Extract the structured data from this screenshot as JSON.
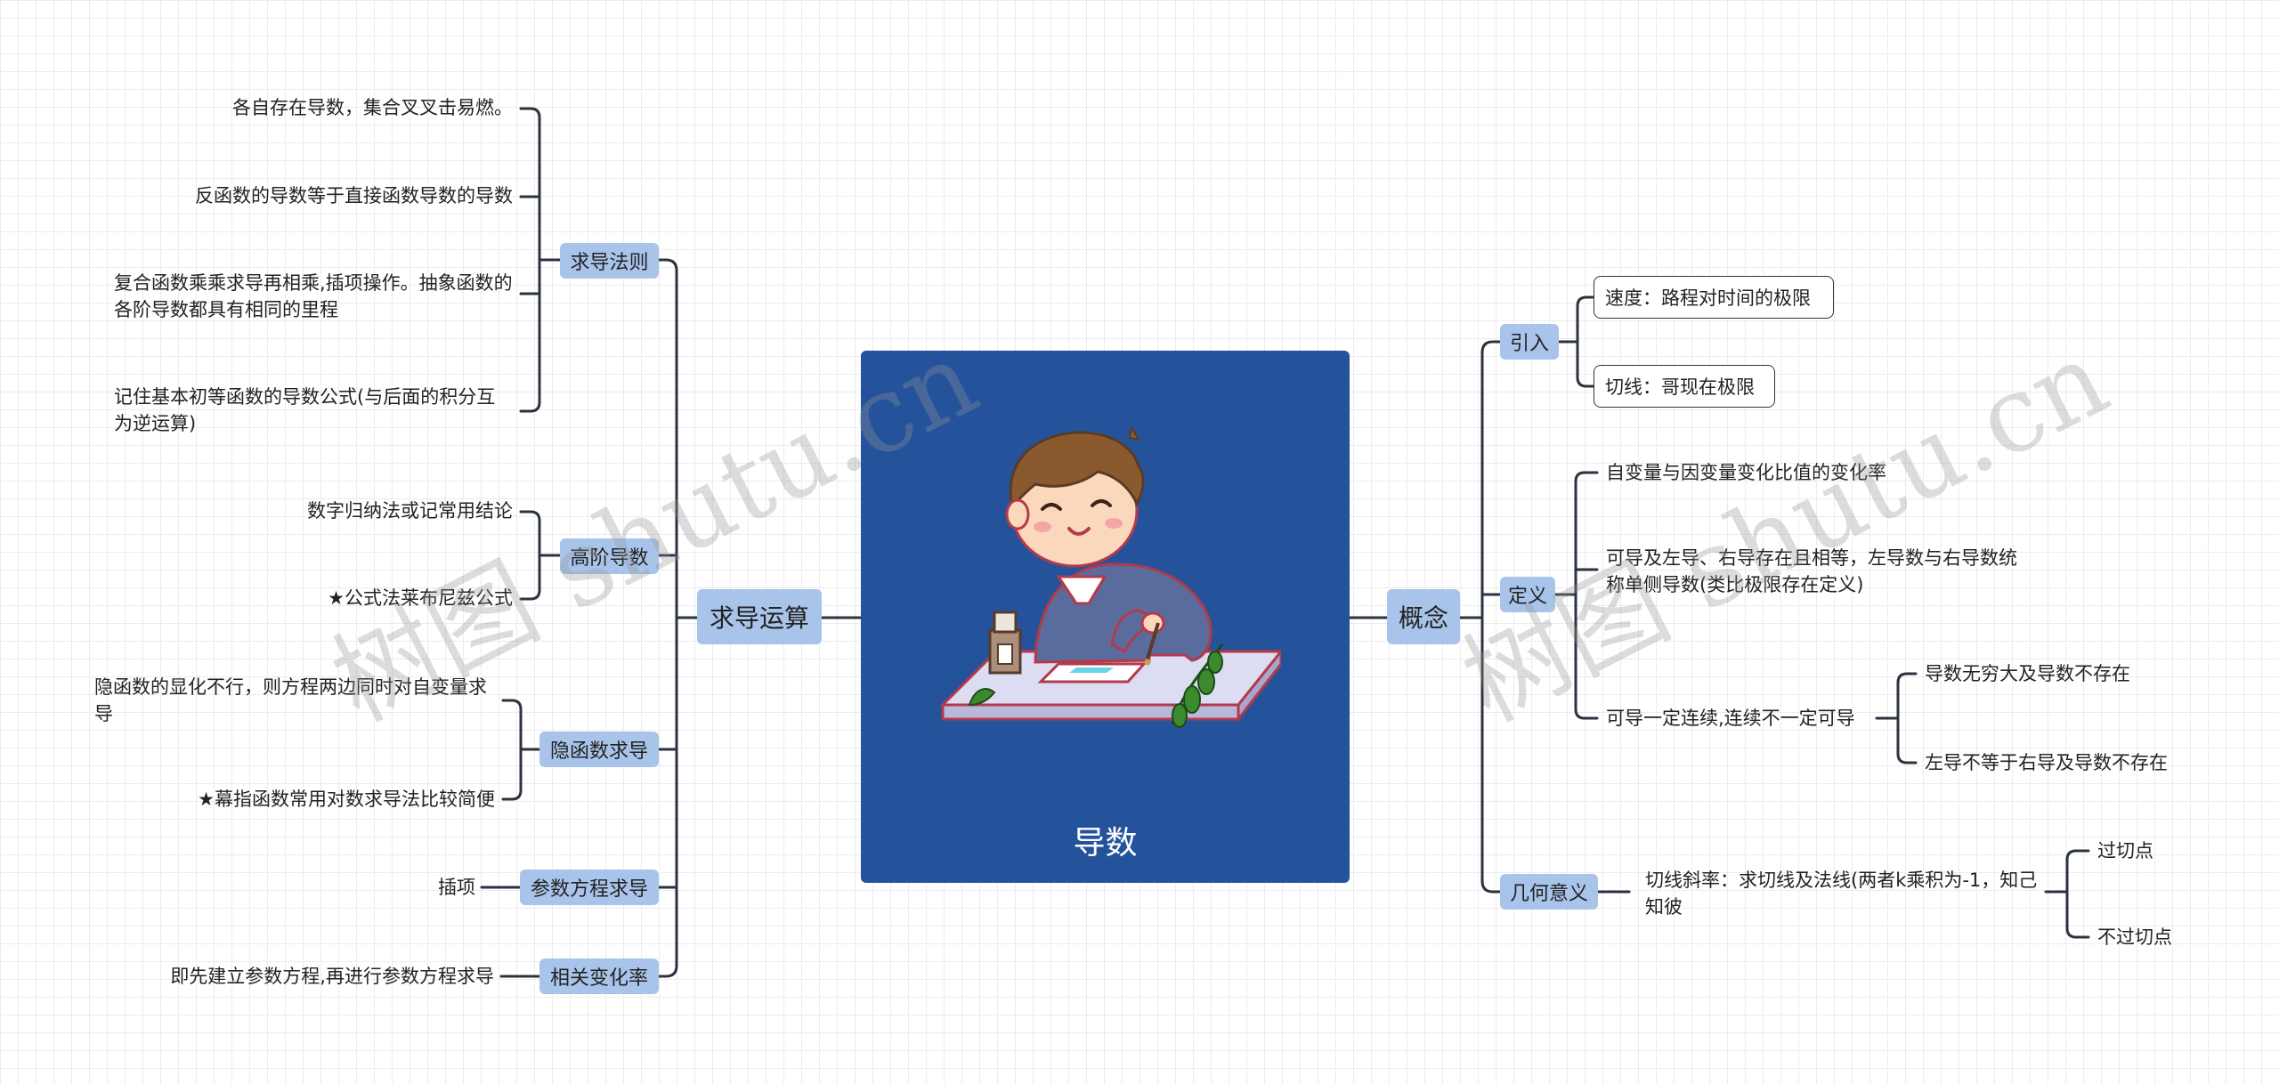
{
  "center": {
    "title": "导数"
  },
  "watermark": "树图 shutu.cn",
  "left": {
    "main": "求导运算",
    "groups": {
      "rules": {
        "label": "求导法则",
        "items": [
          "各自存在导数，集合叉叉击易燃。",
          "反函数的导数等于直接函数导数的导数",
          "复合函数乘乘求导再相乘,插项操作。抽象函数的各阶导数都具有相同的里程",
          "记住基本初等函数的导数公式(与后面的积分互为逆运算)"
        ]
      },
      "higher": {
        "label": "高阶导数",
        "items": [
          "数字归纳法或记常用结论",
          "★公式法莱布尼兹公式"
        ]
      },
      "implicit": {
        "label": "隐函数求导",
        "items": [
          "隐函数的显化不行，则方程两边同时对自变量求导",
          "★幕指函数常用对数求导法比较简便"
        ]
      },
      "parametric": {
        "label": "参数方程求导",
        "items": [
          "插项"
        ]
      },
      "related": {
        "label": "相关变化率",
        "items": [
          "即先建立参数方程,再进行参数方程求导"
        ]
      }
    }
  },
  "right": {
    "main": "概念",
    "intro": {
      "label": "引入",
      "items": [
        "速度：路程对时间的极限",
        "切线：哥现在极限"
      ]
    },
    "definition": {
      "label": "定义",
      "items": [
        "自变量与因变量变化比值的变化率",
        "可导及左导、右导存在且相等，左导数与右导数统称单侧导数(类比极限存在定义)",
        "可导一定连续,连续不一定可导"
      ],
      "sub": [
        "导数无穷大及导数不存在",
        "左导不等于右导及导数不存在"
      ]
    },
    "geometry": {
      "label": "几何意义",
      "item": "切线斜率：求切线及法线(两者k乘积为-1，知己知彼",
      "sub": [
        "过切点",
        "不过切点"
      ]
    }
  },
  "colors": {
    "center_bg": "#24539c",
    "pill": "#a9c4ea",
    "line": "#2b3340"
  }
}
